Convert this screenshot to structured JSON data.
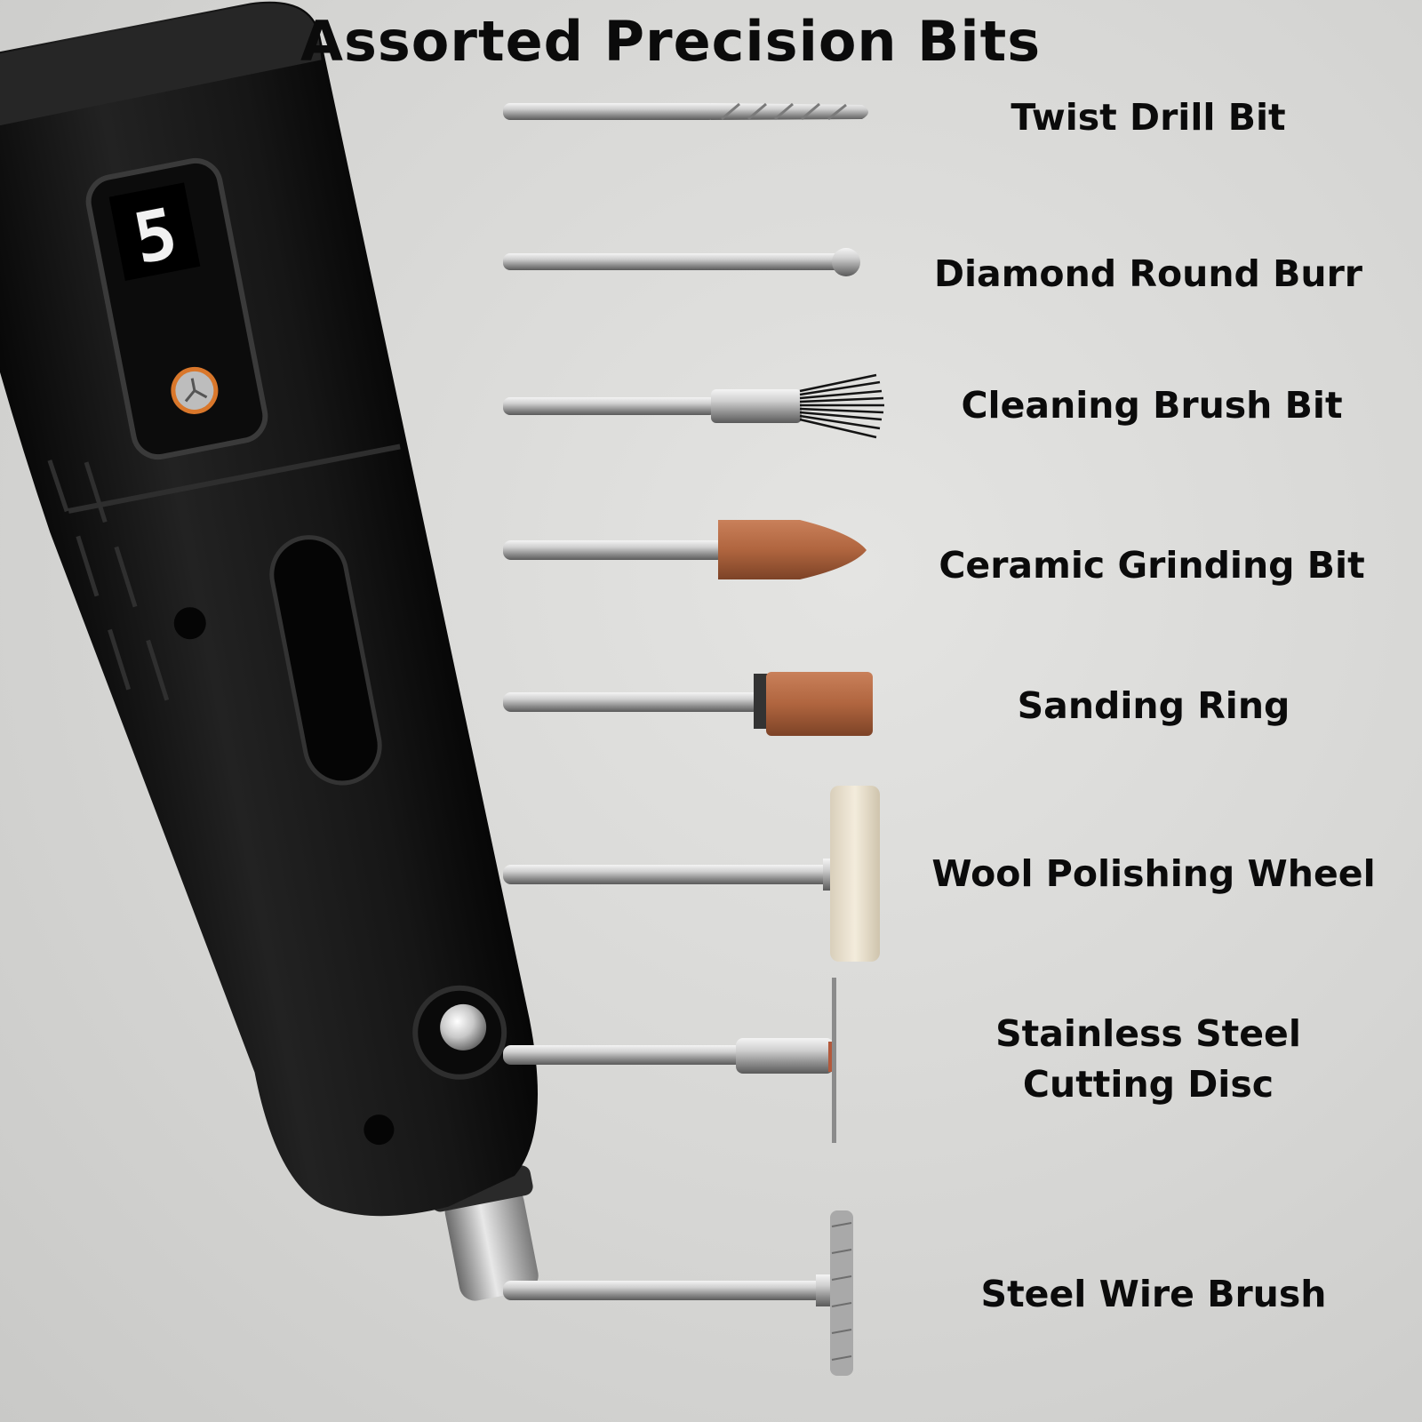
{
  "title": "Assorted Precision Bits",
  "display_digit": "5",
  "bits": [
    {
      "label": "Twist Drill Bit"
    },
    {
      "label": "Diamond Round Burr"
    },
    {
      "label": "Cleaning Brush Bit"
    },
    {
      "label": "Ceramic Grinding Bit"
    },
    {
      "label": "Sanding Ring"
    },
    {
      "label": "Wool Polishing Wheel"
    },
    {
      "label_line1": "Stainless Steel",
      "label_line2": "Cutting Disc"
    },
    {
      "label": "Steel Wire Brush"
    }
  ],
  "colors": {
    "tool_body": "#141414",
    "accent": "#d9772b",
    "ceramic": "#b0653f",
    "felt": "#efe7d6",
    "steel": "#c4c4c4"
  }
}
